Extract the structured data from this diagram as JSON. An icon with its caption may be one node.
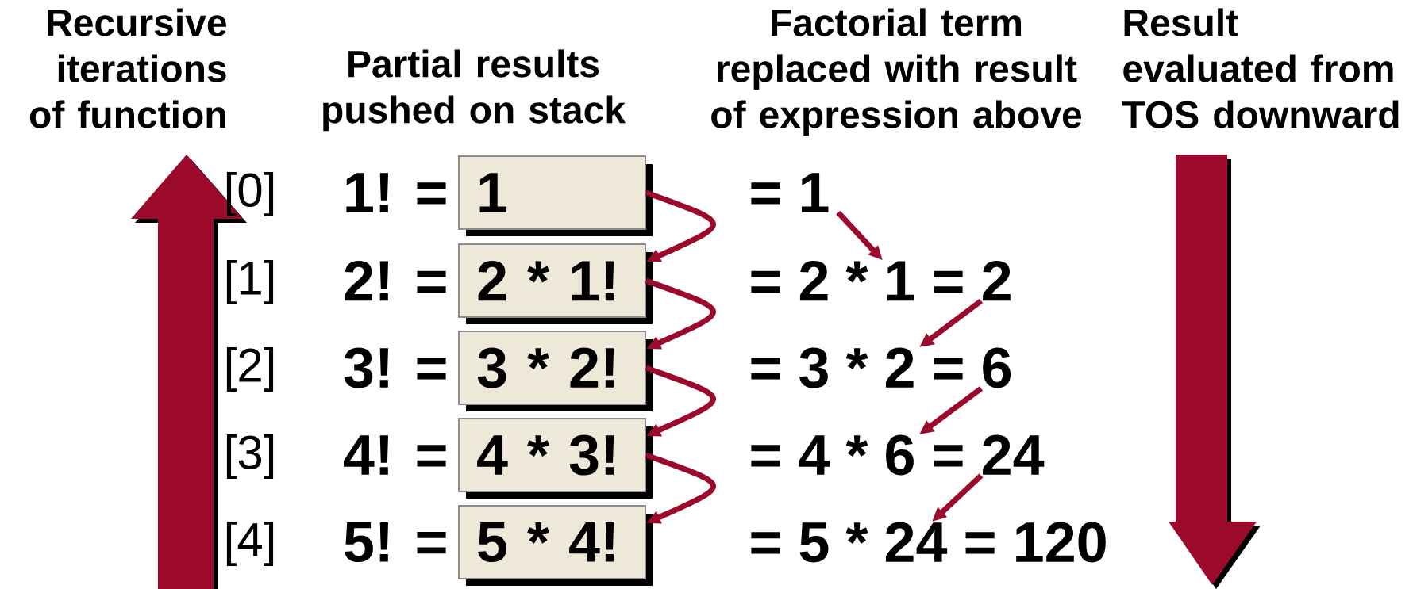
{
  "diagram": {
    "nodes": [
      {
        "text": [
          "1"
        ]
      },
      {
        "text": [
          "2 * 1!"
        ]
      },
      {
        "text": [
          "3 * 2!"
        ]
      },
      {
        "text": [
          "4 * 3!"
        ]
      },
      {
        "text": [
          "5 * 4!"
        ]
      },
      {
        "text": [
          "= 1"
        ]
      },
      {
        "text": [
          "= 2 * 1 = 2"
        ]
      },
      {
        "text": [
          "= 3 * 2 = 6"
        ]
      },
      {
        "text": [
          "= 4 * 6 = 24"
        ]
      },
      {
        "text": [
          "= 5 * 24 = 120"
        ]
      }
    ],
    "edges": [
      {
        "from": 0,
        "to": 1,
        "arrow": "to"
      },
      {
        "from": 1,
        "to": 2,
        "arrow": "to"
      },
      {
        "from": 2,
        "to": 3,
        "arrow": "to"
      },
      {
        "from": 3,
        "to": 4,
        "arrow": "to"
      },
      {
        "from": 5,
        "to": 6,
        "arrow": "to"
      },
      {
        "from": 6,
        "to": 7,
        "arrow": "to"
      },
      {
        "from": 7,
        "to": 8,
        "arrow": "to"
      },
      {
        "from": 8,
        "to": 9,
        "arrow": "to"
      }
    ],
    "labels": [
      "Recursive iterations of function",
      "Partial results pushed on stack",
      "Factorial term replaced with result of expression above",
      "Result evaluated from TOS downward",
      "[0]",
      "1! =",
      "[1]",
      "2! =",
      "[2]",
      "3! =",
      "[3]",
      "4! =",
      "[4]",
      "5! ="
    ]
  }
}
